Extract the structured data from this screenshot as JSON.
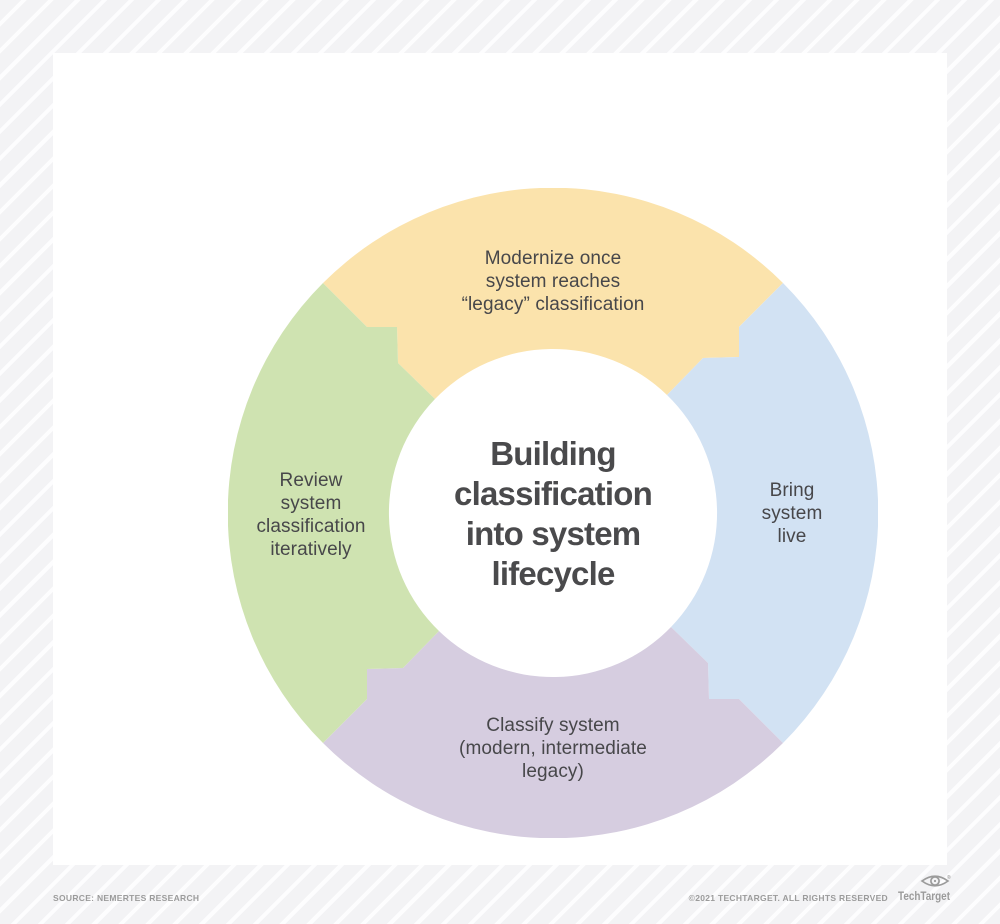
{
  "diagram": {
    "center_title": "Building\nclassification\ninto system\nlifecycle",
    "flow_direction": "clockwise",
    "segments": [
      {
        "id": "modernize",
        "position": "top",
        "color": "#FBE3AC",
        "label": "Modernize once\nsystem reaches\n“legacy” classification"
      },
      {
        "id": "bring-system-live",
        "position": "right",
        "color": "#D2E2F3",
        "label": "Bring\nsystem\nlive"
      },
      {
        "id": "classify-system",
        "position": "bottom",
        "color": "#D6CDE0",
        "label": "Classify system\n(modern, intermediate\nlegacy)"
      },
      {
        "id": "review-classification",
        "position": "left",
        "color": "#CFE3B1",
        "label": "Review\nsystem\nclassification\niteratively"
      }
    ],
    "colors": {
      "title_text": "#4A4A4C",
      "label_text": "#47474A",
      "center_circle": "#FFFFFF",
      "card_background": "#FFFFFF"
    }
  },
  "footer": {
    "source": "SOURCE: NEMERTES RESEARCH",
    "copyright": "©2021 TECHTARGET. ALL RIGHTS RESERVED",
    "brand": "TechTarget",
    "text_color": "#9B9B9B"
  }
}
